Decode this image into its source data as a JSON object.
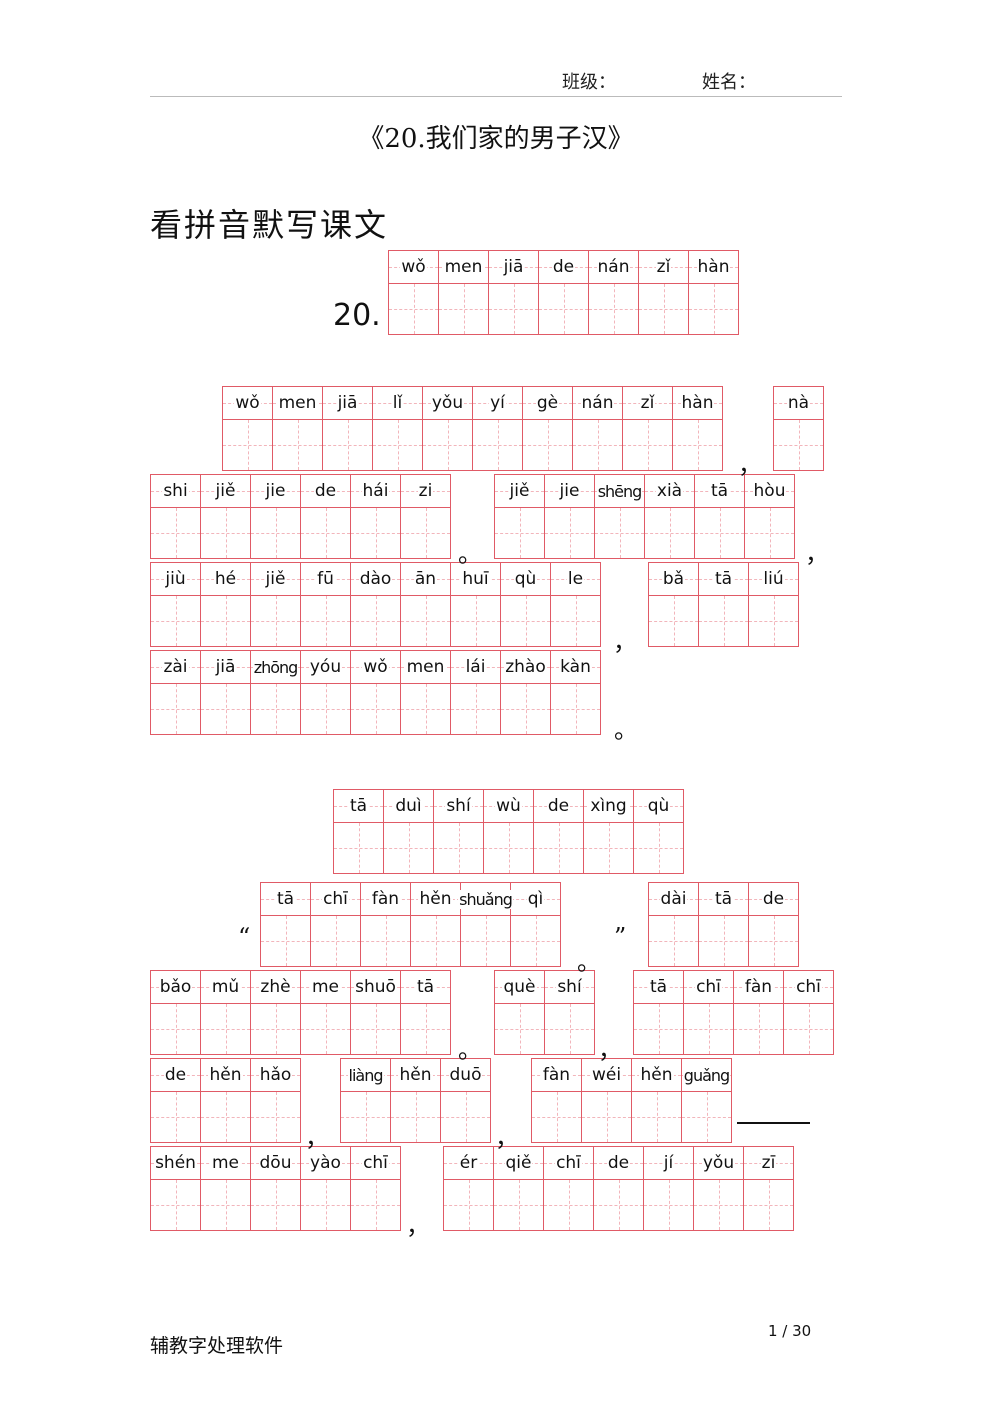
{
  "header": {
    "class_label": "班级：",
    "name_label": "姓名："
  },
  "title": "《20.我们家的男子汉》",
  "section_title": "看拼音默写课文",
  "heading_number": "20.",
  "heading_pinyin": [
    "wǒ",
    "men",
    "jiā",
    "de",
    "nán",
    "zǐ",
    "hàn"
  ],
  "para1": {
    "g1": [
      "wǒ",
      "men",
      "jiā",
      "lǐ",
      "yǒu",
      "yí",
      "gè",
      "nán",
      "zǐ",
      "hàn"
    ],
    "g2": [
      "nà"
    ],
    "g3": [
      "shi",
      "jiě",
      "jie",
      "de",
      "hái",
      "zi"
    ],
    "g4": [
      "jiě",
      "jie",
      "shēng",
      "xià",
      "tā",
      "hòu"
    ],
    "g5": [
      "jiù",
      "hé",
      "jiě",
      "fū",
      "dào",
      "ān",
      "huī",
      "qù",
      "le"
    ],
    "g6": [
      "bǎ",
      "tā",
      "liú"
    ],
    "g7": [
      "zài",
      "jiā",
      "zhōng",
      "yóu",
      "wǒ",
      "men",
      "lái",
      "zhào",
      "kàn"
    ]
  },
  "para2": {
    "heading": [
      "tā",
      "duì",
      "shí",
      "wù",
      "de",
      "xìng",
      "qù"
    ],
    "g1": [
      "tā",
      "chī",
      "fàn",
      "hěn",
      "shuǎng",
      "qì"
    ],
    "g2": [
      "dài",
      "tā",
      "de"
    ],
    "g3": [
      "bǎo",
      "mǔ",
      "zhè",
      "me",
      "shuō",
      "tā"
    ],
    "g4": [
      "què",
      "shí"
    ],
    "g5": [
      "tā",
      "chī",
      "fàn",
      "chī"
    ],
    "g6": [
      "de",
      "hěn",
      "hǎo"
    ],
    "g7": [
      "liàng",
      "hěn",
      "duō"
    ],
    "g8": [
      "fàn",
      "wéi",
      "hěn",
      "guǎng"
    ],
    "g9": [
      "shén",
      "me",
      "dōu",
      "yào",
      "chī"
    ],
    "g10": [
      "ér",
      "qiě",
      "chī",
      "de",
      "jí",
      "yǒu",
      "zī"
    ]
  },
  "punct": {
    "comma": "，",
    "period": "。",
    "open_quote": "“",
    "close_quote": "”"
  },
  "footer": {
    "software": "辅教字处理软件",
    "page": "1 / 30"
  }
}
